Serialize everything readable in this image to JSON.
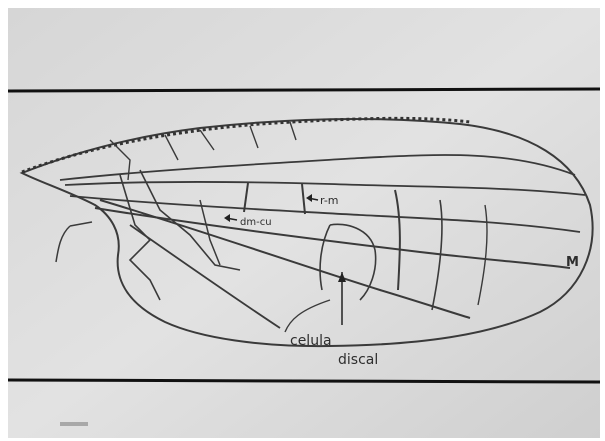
{
  "diagram": {
    "labels": {
      "r_m": "r-m",
      "dm_cu": "dm-cu",
      "m": "M",
      "cell_line1": "celula",
      "cell_line2": "discal"
    },
    "colors": {
      "paper": "#dcdcdc",
      "vein": "#3a3a3a",
      "rule": "#111111",
      "frame": "#ffffff"
    }
  }
}
